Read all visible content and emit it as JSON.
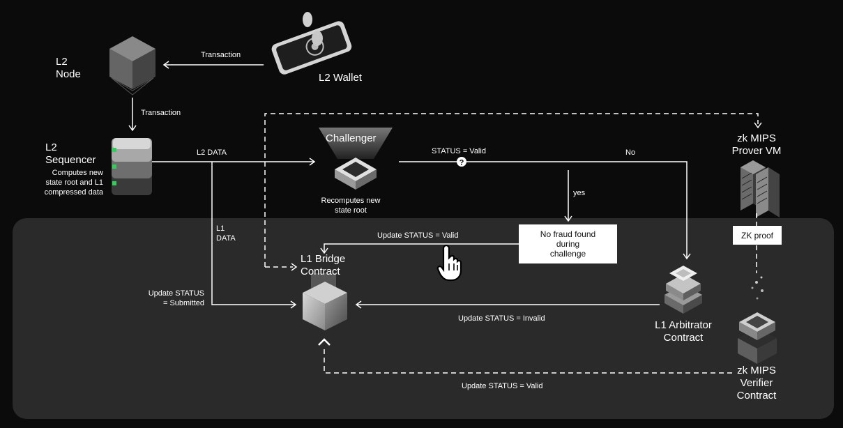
{
  "nodes": {
    "l2_node": [
      "L2",
      "Node"
    ],
    "l2_wallet": "L2 Wallet",
    "l2_sequencer": [
      "L2",
      "Sequencer"
    ],
    "sequencer_desc": [
      "Computes new",
      "state root and L1",
      "compressed data"
    ],
    "challenger": "Challenger",
    "challenger_desc": [
      "Recomputes new",
      "state root"
    ],
    "zk_prover": [
      "zk MIPS",
      "Prover VM"
    ],
    "l1_bridge": [
      "L1 Bridge",
      "Contract"
    ],
    "l1_arbitrator": [
      "L1 Arbitrator",
      "Contract"
    ],
    "zk_verifier": [
      "zk MIPS",
      "Verifier",
      "Contract"
    ]
  },
  "edges": {
    "wallet_to_node": "Transaction",
    "node_to_sequencer": "Transaction",
    "l2_data": "L2 DATA",
    "l1_data": [
      "L1",
      "DATA"
    ],
    "status_valid_q": "STATUS = Valid",
    "no": "No",
    "yes": "yes",
    "update_valid_top": "Update STATUS = Valid",
    "update_submitted": [
      "Update STATUS",
      "= Submitted"
    ],
    "update_invalid": "Update STATUS = Invalid",
    "update_valid_bottom": "Update STATUS = Valid"
  },
  "boxes": {
    "no_fraud": [
      "No fraud found",
      "during",
      "challenge"
    ],
    "zk_proof": "ZK proof"
  },
  "icons": {
    "question": "?"
  }
}
